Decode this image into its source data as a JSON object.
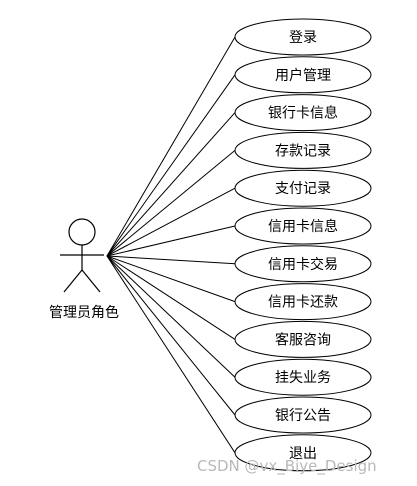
{
  "actor": {
    "label": "管理员角色"
  },
  "use_cases": [
    {
      "label": "登录"
    },
    {
      "label": "用户管理"
    },
    {
      "label": "银行卡信息"
    },
    {
      "label": "存款记录"
    },
    {
      "label": "支付记录"
    },
    {
      "label": "信用卡信息"
    },
    {
      "label": "信用卡交易"
    },
    {
      "label": "信用卡还款"
    },
    {
      "label": "客服咨询"
    },
    {
      "label": "挂失业务"
    },
    {
      "label": "银行公告"
    },
    {
      "label": "退出"
    }
  ],
  "watermark": {
    "text": "CSDN @vx_Biye_Design"
  }
}
